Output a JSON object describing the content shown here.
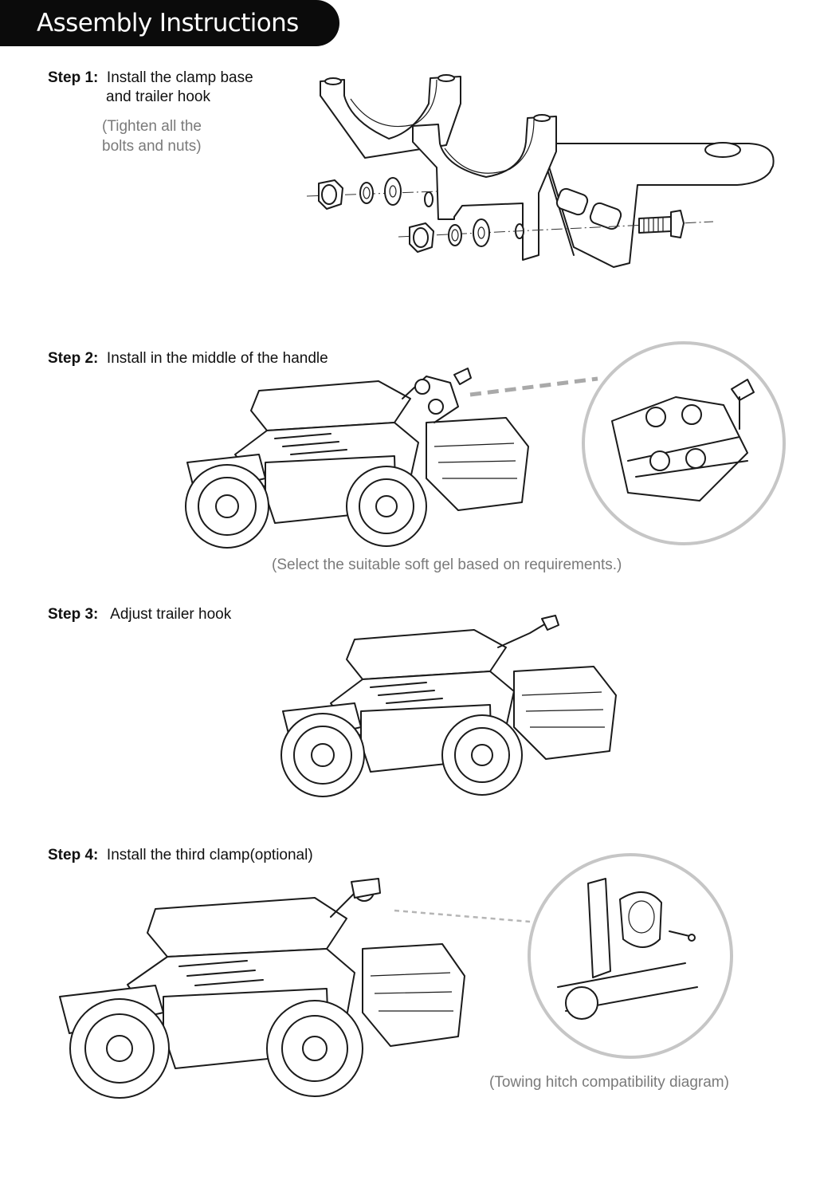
{
  "header": {
    "title": "Assembly Instructions"
  },
  "steps": [
    {
      "label": "Step 1:",
      "text_line1": "Install the clamp base",
      "text_line2": "and trailer hook",
      "note_line1": "(Tighten all the",
      "note_line2": "bolts and nuts)"
    },
    {
      "label": "Step 2:",
      "text": "Install in the middle of the handle",
      "note": "(Select the suitable soft gel based on requirements.)"
    },
    {
      "label": "Step 3:",
      "text": "Adjust trailer hook"
    },
    {
      "label": "Step 4:",
      "text": "Install the third clamp(optional)",
      "note": "(Towing hitch compatibility diagram)"
    }
  ]
}
